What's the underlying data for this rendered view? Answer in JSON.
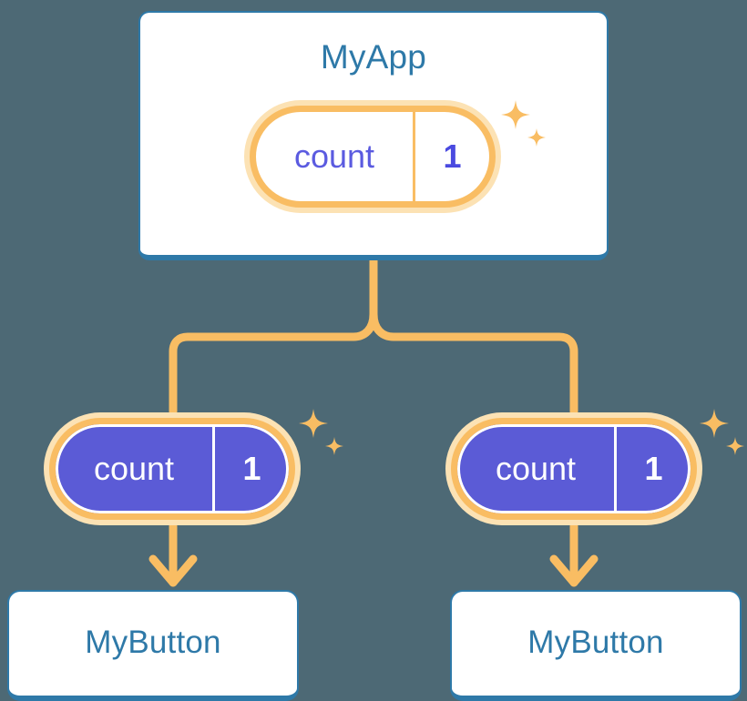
{
  "theme": {
    "background": "#4d6975",
    "card_bg": "#ffffff",
    "card_border": "#2e79a8",
    "title_color": "#2e79a8",
    "wire_color": "#f9bd63",
    "pill_border": "#f9bd63",
    "pill_glow": "#fce2b4",
    "pill_fill_state": "#5b5bd6",
    "pill_text_app": "#5b5be0",
    "pill_text_button": "#ffffff"
  },
  "diagram": {
    "type": "component-tree",
    "root": {
      "name": "app-component",
      "title": "MyApp",
      "state": {
        "name": "count",
        "value": "1",
        "sparkle": true
      }
    },
    "children": [
      {
        "name": "button-component-left",
        "title": "MyButton",
        "state": {
          "name": "count",
          "value": "1",
          "sparkle": true
        }
      },
      {
        "name": "button-component-right",
        "title": "MyButton",
        "state": {
          "name": "count",
          "value": "1",
          "sparkle": true
        }
      }
    ]
  },
  "icons": {
    "sparkle_large": "sparkle-four-point-large",
    "sparkle_small": "sparkle-four-point-small",
    "arrow_down": "arrow-down-icon"
  }
}
